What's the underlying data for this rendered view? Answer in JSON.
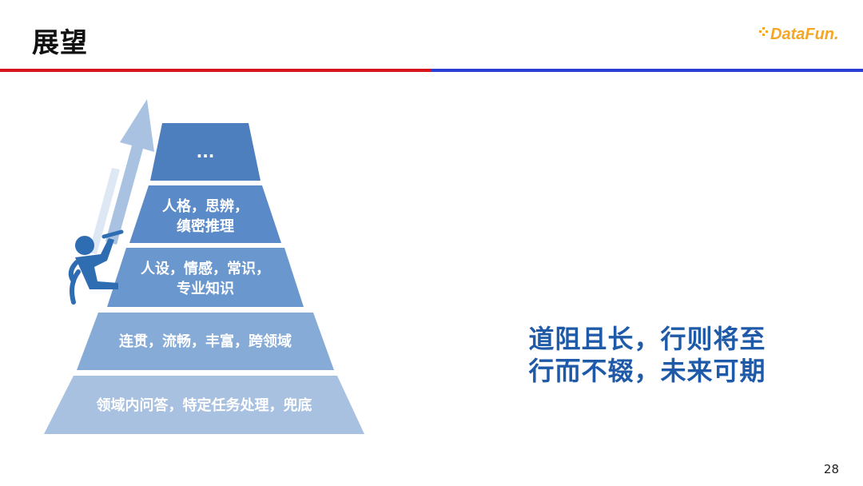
{
  "slide": {
    "title": "展望",
    "logo_text": "DataFun.",
    "page_number": "28"
  },
  "pyramid": {
    "levels": [
      {
        "label": "..."
      },
      {
        "label_line1": "人格，思辨，",
        "label_line2": "缜密推理"
      },
      {
        "label_line1": "人设，情感，常识，",
        "label_line2": "专业知识"
      },
      {
        "label": "连贯，流畅，丰富，跨领域"
      },
      {
        "label": "领域内问答，特定任务处理，兜底"
      }
    ]
  },
  "motto": {
    "line1": "道阻且长，行则将至",
    "line2": "行而不辍，未来可期"
  },
  "colors": {
    "level1": "#4d7fbf",
    "level2": "#5a8bc8",
    "level3": "#6a97cd",
    "level4": "#86abd6",
    "level5": "#a8c1e0",
    "accent_red": "#d6161c",
    "accent_blue": "#2b3fd6",
    "motto": "#1f5aa8",
    "logo_orange": "#f5a623",
    "logo_blue": "#1a4fb0"
  }
}
